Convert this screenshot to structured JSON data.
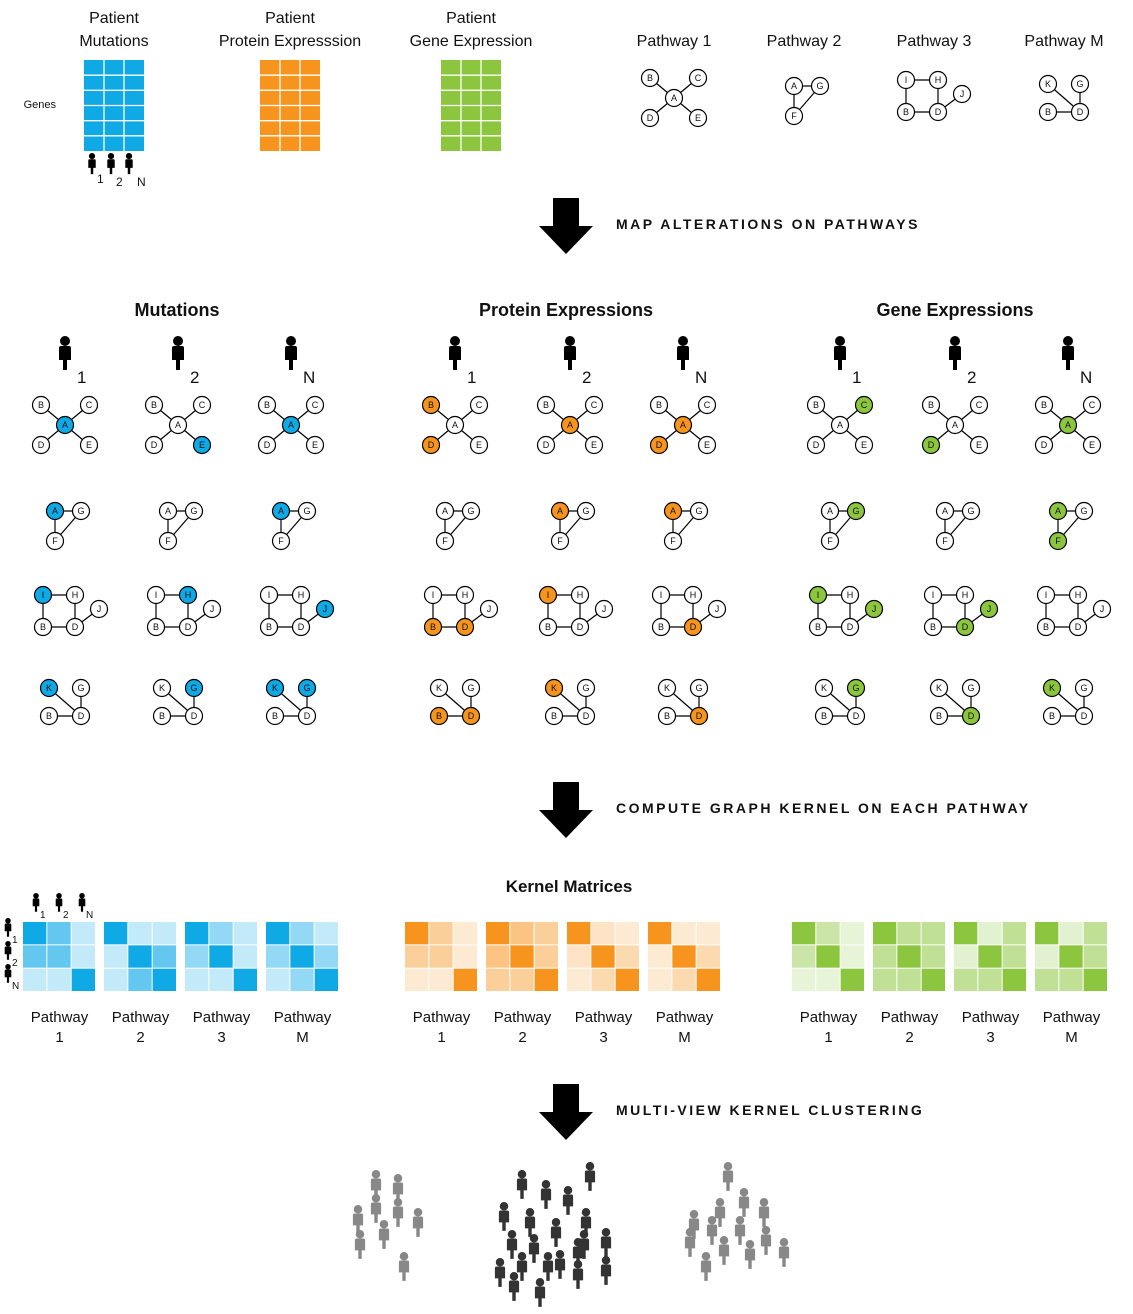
{
  "colors": {
    "mutation": "#0fa9e6",
    "protein": "#f7941d",
    "gene": "#8cc63e",
    "person_dark": "#333333",
    "person_light": "#888888",
    "arrow": "#000000"
  },
  "input": {
    "mutations_title": [
      "Patient",
      "Mutations"
    ],
    "protein_title": [
      "Patient",
      "Protein Expresssion"
    ],
    "gene_title": [
      "Patient",
      "Gene Expression"
    ],
    "genes_label": "Genes",
    "patient_labels": [
      "1",
      "2",
      "N"
    ],
    "pathway_titles": [
      "Pathway 1",
      "Pathway 2",
      "Pathway 3",
      "Pathway M"
    ]
  },
  "steps": [
    "MAP  ALTERATIONS ON PATHWAYS",
    "COMPUTE GRAPH KERNEL ON EACH PATHWAY",
    "MULTI-VIEW  KERNEL CLUSTERING"
  ],
  "pathways": [
    {
      "nodes": [
        "A",
        "B",
        "C",
        "D",
        "E"
      ]
    },
    {
      "nodes": [
        "A",
        "G",
        "F"
      ]
    },
    {
      "nodes": [
        "I",
        "H",
        "B",
        "D",
        "J"
      ]
    },
    {
      "nodes": [
        "K",
        "G",
        "B",
        "D"
      ]
    }
  ],
  "views": [
    {
      "title": "Mutations",
      "color_key": "mutation",
      "patients": [
        {
          "label": "1",
          "highlights": [
            [
              "A"
            ],
            [
              "A"
            ],
            [
              "I"
            ],
            [
              "K"
            ]
          ]
        },
        {
          "label": "2",
          "highlights": [
            [
              "E"
            ],
            [],
            [
              "H"
            ],
            [
              "G"
            ]
          ]
        },
        {
          "label": "N",
          "highlights": [
            [
              "A"
            ],
            [
              "A"
            ],
            [
              "J"
            ],
            [
              "K",
              "G"
            ]
          ]
        }
      ]
    },
    {
      "title": "Protein Expressions",
      "color_key": "protein",
      "patients": [
        {
          "label": "1",
          "highlights": [
            [
              "B",
              "D"
            ],
            [],
            [
              "B",
              "D"
            ],
            [
              "B",
              "D"
            ]
          ]
        },
        {
          "label": "2",
          "highlights": [
            [
              "A"
            ],
            [
              "A"
            ],
            [
              "I"
            ],
            [
              "K"
            ]
          ]
        },
        {
          "label": "N",
          "highlights": [
            [
              "A",
              "D"
            ],
            [
              "A"
            ],
            [
              "D"
            ],
            [
              "D"
            ]
          ]
        }
      ]
    },
    {
      "title": "Gene Expressions",
      "color_key": "gene",
      "patients": [
        {
          "label": "1",
          "highlights": [
            [
              "C"
            ],
            [
              "G"
            ],
            [
              "I",
              "J"
            ],
            [
              "G"
            ]
          ]
        },
        {
          "label": "2",
          "highlights": [
            [
              "D"
            ],
            [],
            [
              "D",
              "J"
            ],
            [
              "D"
            ]
          ]
        },
        {
          "label": "N",
          "highlights": [
            [
              "A"
            ],
            [
              "A",
              "F"
            ],
            [],
            [
              "K"
            ]
          ]
        }
      ]
    }
  ],
  "kernel": {
    "title": "Kernel Matrices",
    "pathway_labels": [
      [
        "Pathway",
        "1"
      ],
      [
        "Pathway",
        "2"
      ],
      [
        "Pathway",
        "3"
      ],
      [
        "Pathway",
        "M"
      ]
    ],
    "groups": [
      {
        "color_key": "mutation",
        "matrices": [
          [
            [
              1.0,
              0.65,
              0.25
            ],
            [
              0.65,
              0.65,
              0.25
            ],
            [
              0.25,
              0.25,
              1.0
            ]
          ],
          [
            [
              1.0,
              0.25,
              0.25
            ],
            [
              0.25,
              1.0,
              0.65
            ],
            [
              0.25,
              0.65,
              1.0
            ]
          ],
          [
            [
              1.0,
              0.45,
              0.25
            ],
            [
              0.45,
              1.0,
              0.25
            ],
            [
              0.25,
              0.25,
              1.0
            ]
          ],
          [
            [
              1.0,
              0.45,
              0.25
            ],
            [
              0.45,
              1.0,
              0.45
            ],
            [
              0.25,
              0.45,
              1.0
            ]
          ]
        ]
      },
      {
        "color_key": "protein",
        "matrices": [
          [
            [
              1.0,
              0.45,
              0.2
            ],
            [
              0.45,
              0.45,
              0.2
            ],
            [
              0.2,
              0.2,
              1.0
            ]
          ],
          [
            [
              1.0,
              0.55,
              0.45
            ],
            [
              0.55,
              1.0,
              0.45
            ],
            [
              0.45,
              0.45,
              1.0
            ]
          ],
          [
            [
              1.0,
              0.25,
              0.2
            ],
            [
              0.25,
              1.0,
              0.35
            ],
            [
              0.2,
              0.35,
              1.0
            ]
          ],
          [
            [
              1.0,
              0.2,
              0.2
            ],
            [
              0.2,
              1.0,
              0.35
            ],
            [
              0.2,
              0.35,
              1.0
            ]
          ]
        ]
      },
      {
        "color_key": "gene",
        "matrices": [
          [
            [
              1.0,
              0.45,
              0.2
            ],
            [
              0.45,
              1.0,
              0.2
            ],
            [
              0.2,
              0.2,
              1.0
            ]
          ],
          [
            [
              1.0,
              0.55,
              0.55
            ],
            [
              0.55,
              1.0,
              0.55
            ],
            [
              0.55,
              0.55,
              1.0
            ]
          ],
          [
            [
              1.0,
              0.25,
              0.55
            ],
            [
              0.25,
              1.0,
              0.55
            ],
            [
              0.55,
              0.55,
              1.0
            ]
          ],
          [
            [
              1.0,
              0.25,
              0.55
            ],
            [
              0.25,
              1.0,
              0.55
            ],
            [
              0.55,
              0.55,
              1.0
            ]
          ]
        ]
      }
    ]
  },
  "clusters": [
    {
      "shade_key": "person_light",
      "count": 9
    },
    {
      "shade_key": "person_dark",
      "count": 21
    },
    {
      "shade_key": "person_light",
      "count": 13
    }
  ]
}
